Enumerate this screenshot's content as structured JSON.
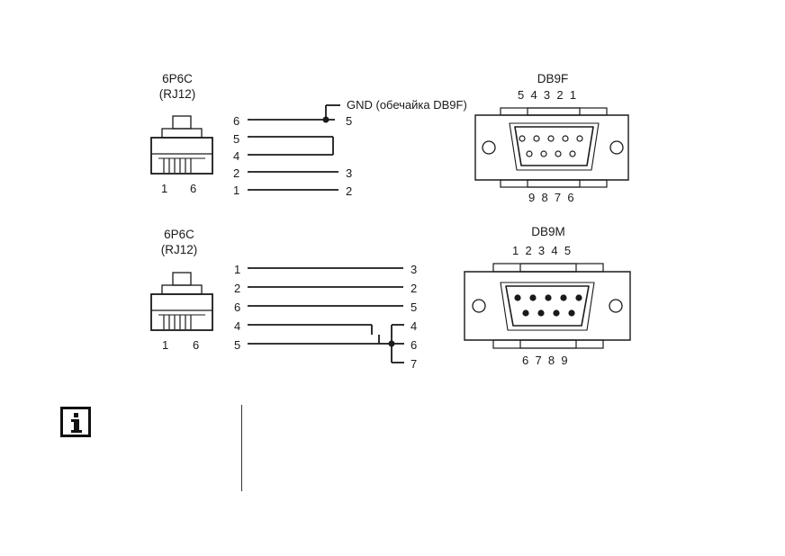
{
  "top": {
    "rj": {
      "name": "6P6C",
      "alt": "(RJ12)",
      "pin_left": "1",
      "pin_right": "6"
    },
    "db": {
      "name": "DB9F",
      "pins_top": "5  4  3  2  1",
      "pins_bottom": "9  8  7  6"
    },
    "gnd_label": "GND (обечайка DB9F)",
    "left_pins": [
      "6",
      "5",
      "4",
      "2",
      "1"
    ],
    "right_pins": [
      "5",
      "3",
      "2"
    ]
  },
  "bottom": {
    "rj": {
      "name": "6P6C",
      "alt": "(RJ12)",
      "pin_left": "1",
      "pin_right": "6"
    },
    "db": {
      "name": "DB9M",
      "pins_top": "1  2  3  4  5",
      "pins_bottom": "6  7  8  9"
    },
    "left_pins": [
      "1",
      "2",
      "6",
      "4",
      "5"
    ],
    "right_pins": [
      "3",
      "2",
      "5",
      "4",
      "6",
      "7"
    ]
  },
  "icons": {
    "info": "info-icon"
  }
}
